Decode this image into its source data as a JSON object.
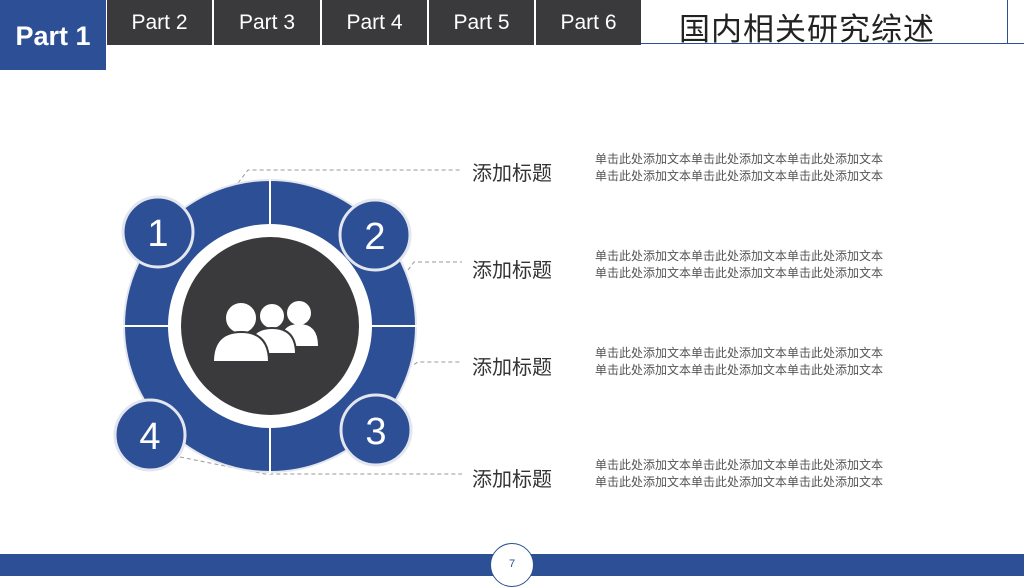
{
  "nav": {
    "active_tab": "Part 1",
    "tabs": [
      "Part 2",
      "Part 3",
      "Part 4",
      "Part 5",
      "Part 6"
    ],
    "title": "国内相关研究综述"
  },
  "diagram": {
    "numbers": [
      "1",
      "2",
      "3",
      "4"
    ],
    "center_icon": "people-group-icon",
    "colors": {
      "accent": "#2c4f95",
      "dark": "#3a3a3c"
    }
  },
  "items": [
    {
      "heading": "添加标题",
      "text": "单击此处添加文本单击此处添加文本单击此处添加文本单击此处添加文本单击此处添加文本单击此处添加文本"
    },
    {
      "heading": "添加标题",
      "text": "单击此处添加文本单击此处添加文本单击此处添加文本单击此处添加文本单击此处添加文本单击此处添加文本"
    },
    {
      "heading": "添加标题",
      "text": "单击此处添加文本单击此处添加文本单击此处添加文本单击此处添加文本单击此处添加文本单击此处添加文本"
    },
    {
      "heading": "添加标题",
      "text": "单击此处添加文本单击此处添加文本单击此处添加文本单击此处添加文本单击此处添加文本单击此处添加文本"
    }
  ],
  "footer": {
    "page": "7"
  }
}
